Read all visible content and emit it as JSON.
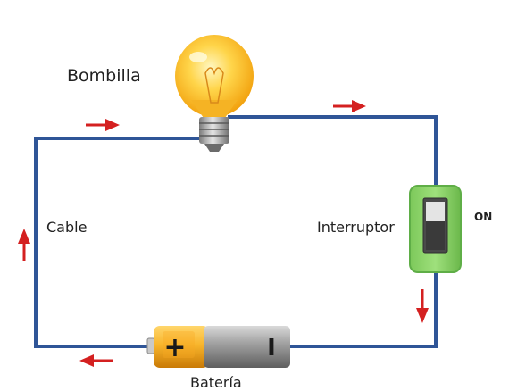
{
  "labels": {
    "bulb": "Bombilla",
    "cable": "Cable",
    "switch": "Interruptor",
    "switch_state": "ON",
    "battery": "Batería",
    "battery_plus": "+",
    "battery_minus": "I"
  },
  "colors": {
    "wire": "#2f5597",
    "arrow": "#d42020",
    "switch_body": "#8ed36b",
    "switch_border": "#5fae47",
    "battery_gold": "#f3a522",
    "battery_gray": "#8a8a8a"
  },
  "icons": {
    "bulb": "light-bulb-icon",
    "switch": "toggle-switch-icon",
    "battery": "battery-icon",
    "arrow": "current-arrow-icon"
  }
}
